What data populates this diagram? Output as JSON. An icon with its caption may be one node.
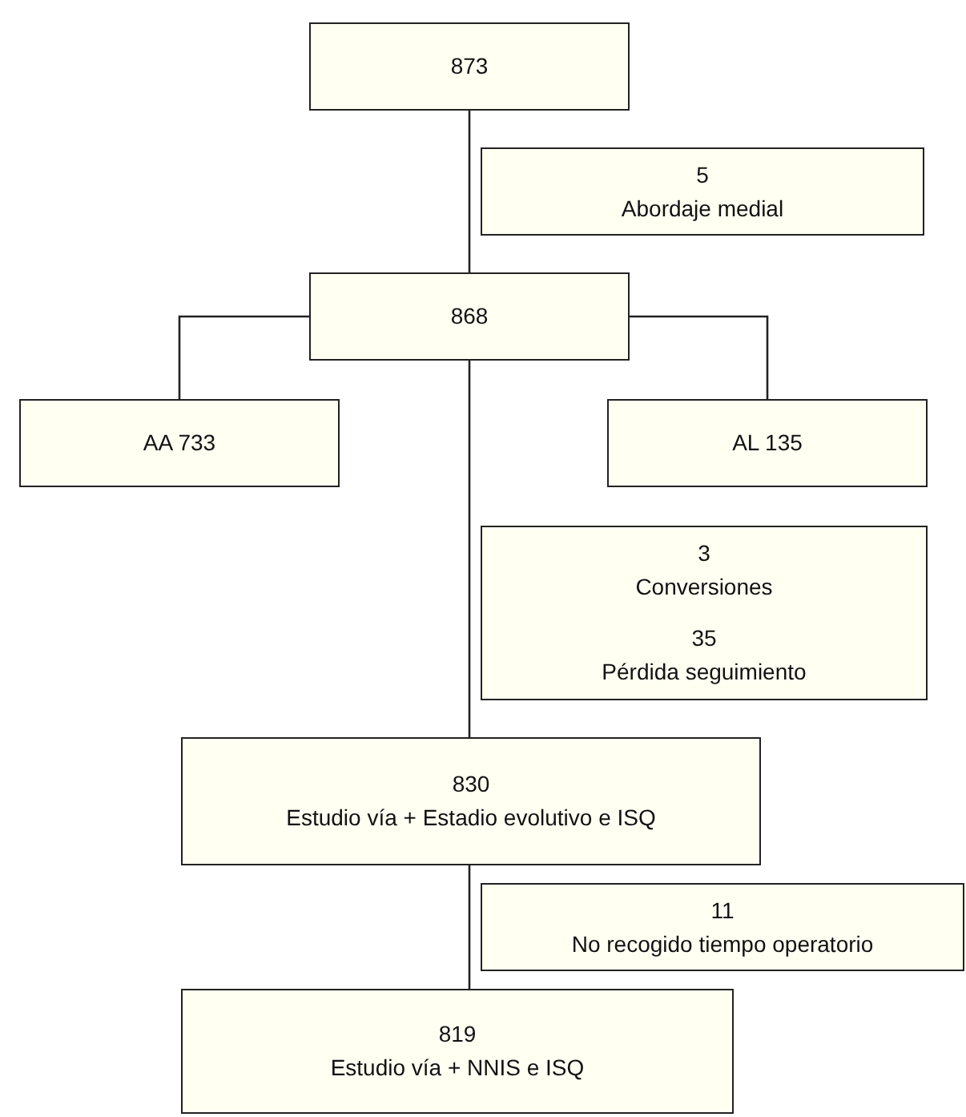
{
  "diagram": {
    "nodes": [
      {
        "text": [
          "873"
        ]
      },
      {
        "text": [
          "5",
          "Abordaje medial"
        ]
      },
      {
        "text": [
          "868"
        ]
      },
      {
        "text": [
          "AA 733"
        ]
      },
      {
        "text": [
          "AL 135"
        ]
      },
      {
        "text": [
          "3",
          "Conversiones"
        ]
      },
      {
        "text": [
          "35",
          "Pérdida seguimiento"
        ]
      },
      {
        "text": [
          "830",
          "Estudio vía + Estadio evolutivo e ISQ"
        ]
      },
      {
        "text": [
          "11",
          "No recogido tiempo operatorio"
        ]
      },
      {
        "text": [
          "819",
          "Estudio vía + NNIS e ISQ"
        ]
      }
    ],
    "edges": [
      {
        "from": 0,
        "to": 2,
        "arrow": "none"
      },
      {
        "from": 2,
        "to": 3,
        "arrow": "none"
      },
      {
        "from": 2,
        "to": 4,
        "arrow": "none"
      },
      {
        "from": 2,
        "to": 7,
        "arrow": "none"
      },
      {
        "from": 7,
        "to": 9,
        "arrow": "none"
      }
    ]
  }
}
